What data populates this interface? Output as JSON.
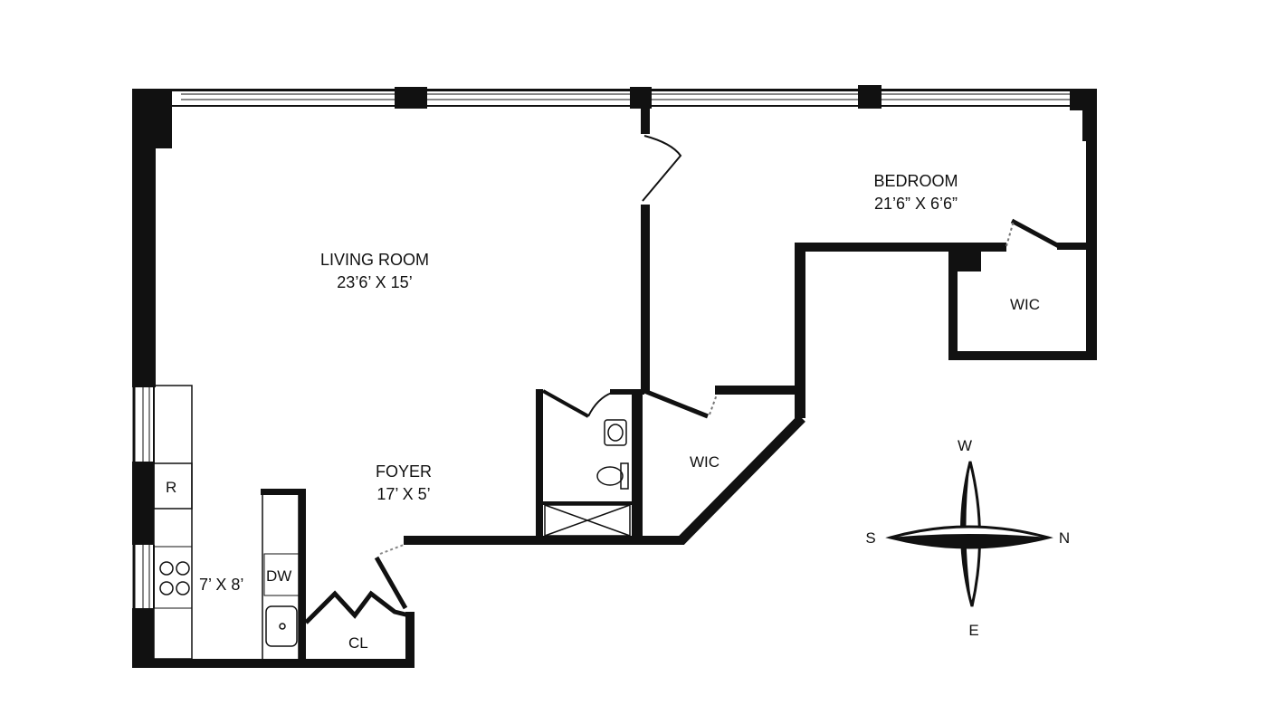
{
  "rooms": {
    "living_room": {
      "name": "LIVING ROOM",
      "size": "23’6’ X 15’"
    },
    "bedroom": {
      "name": "BEDROOM",
      "size": "21’6” X 6’6”"
    },
    "foyer": {
      "name": "FOYER",
      "size": "17’ X 5’"
    },
    "kitchen": {
      "size": "7’ X 8’"
    },
    "wic_bedroom": {
      "name": "WIC"
    },
    "wic_hall": {
      "name": "WIC"
    },
    "closet": {
      "name": "CL"
    }
  },
  "appliances": {
    "refrigerator": "R",
    "dishwasher": "DW"
  },
  "compass": {
    "north": "N",
    "south": "S",
    "east": "E",
    "west": "W"
  }
}
